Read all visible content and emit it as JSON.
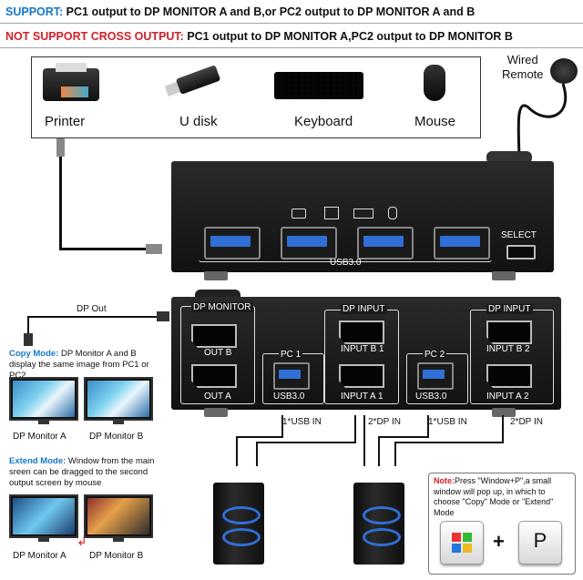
{
  "header": {
    "support_key": "SUPPORT:",
    "support_text": " PC1 output to DP MONITOR A and B,or PC2 output to DP MONITOR A and B",
    "not_support_key": "NOT SUPPORT CROSS OUTPUT:",
    "not_support_text": " PC1 output to DP MONITOR A,PC2 output to DP MONITOR B"
  },
  "peripherals": {
    "printer": "Printer",
    "udisk": "U disk",
    "keyboard": "Keyboard",
    "mouse": "Mouse"
  },
  "remote": {
    "line1": "Wired",
    "line2": "Remote"
  },
  "front_panel": {
    "usb_label": "USB3.0",
    "select_label": "SELECT"
  },
  "back_panel": {
    "dp_monitor": "DP MONITOR",
    "out_b": "OUT B",
    "out_a": "OUT A",
    "pc1": "PC 1",
    "pc2": "PC 2",
    "usb1": "USB3.0",
    "usb2": "USB3.0",
    "dp_input_1": "DP INPUT",
    "dp_input_2": "DP INPUT",
    "input_b1": "INPUT B 1",
    "input_a1": "INPUT A 1",
    "input_b2": "INPUT B 2",
    "input_a2": "INPUT A 2"
  },
  "dp_out": "DP Out",
  "copy_mode": {
    "key": "Copy Mode:",
    "text": " DP Monitor A and B display the same image from PC1 or PC2"
  },
  "extend_mode": {
    "key": "Extend Mode:",
    "text": " Window from the main sreen can be dragged to the second output screen by mouse"
  },
  "monitors": {
    "a1": "DP Monitor A",
    "b1": "DP Monitor B",
    "a2": "DP Monitor A",
    "b2": "DP Monitor B"
  },
  "cables": {
    "usb_in_1": "1*USB  IN",
    "dp_in_1": "2*DP IN",
    "usb_in_2": "1*USB  IN",
    "dp_in_2": "2*DP IN"
  },
  "note": {
    "key": "Note:",
    "text": "Press \"Window+P\",a small window will pop up, in which to choose \"Copy\" Mode or \"Extend\" Mode",
    "plus": "+",
    "p_key": "P"
  },
  "colors": {
    "blue": "#1577c7",
    "red": "#d4202a",
    "usb_blue": "#2f6fd6"
  }
}
